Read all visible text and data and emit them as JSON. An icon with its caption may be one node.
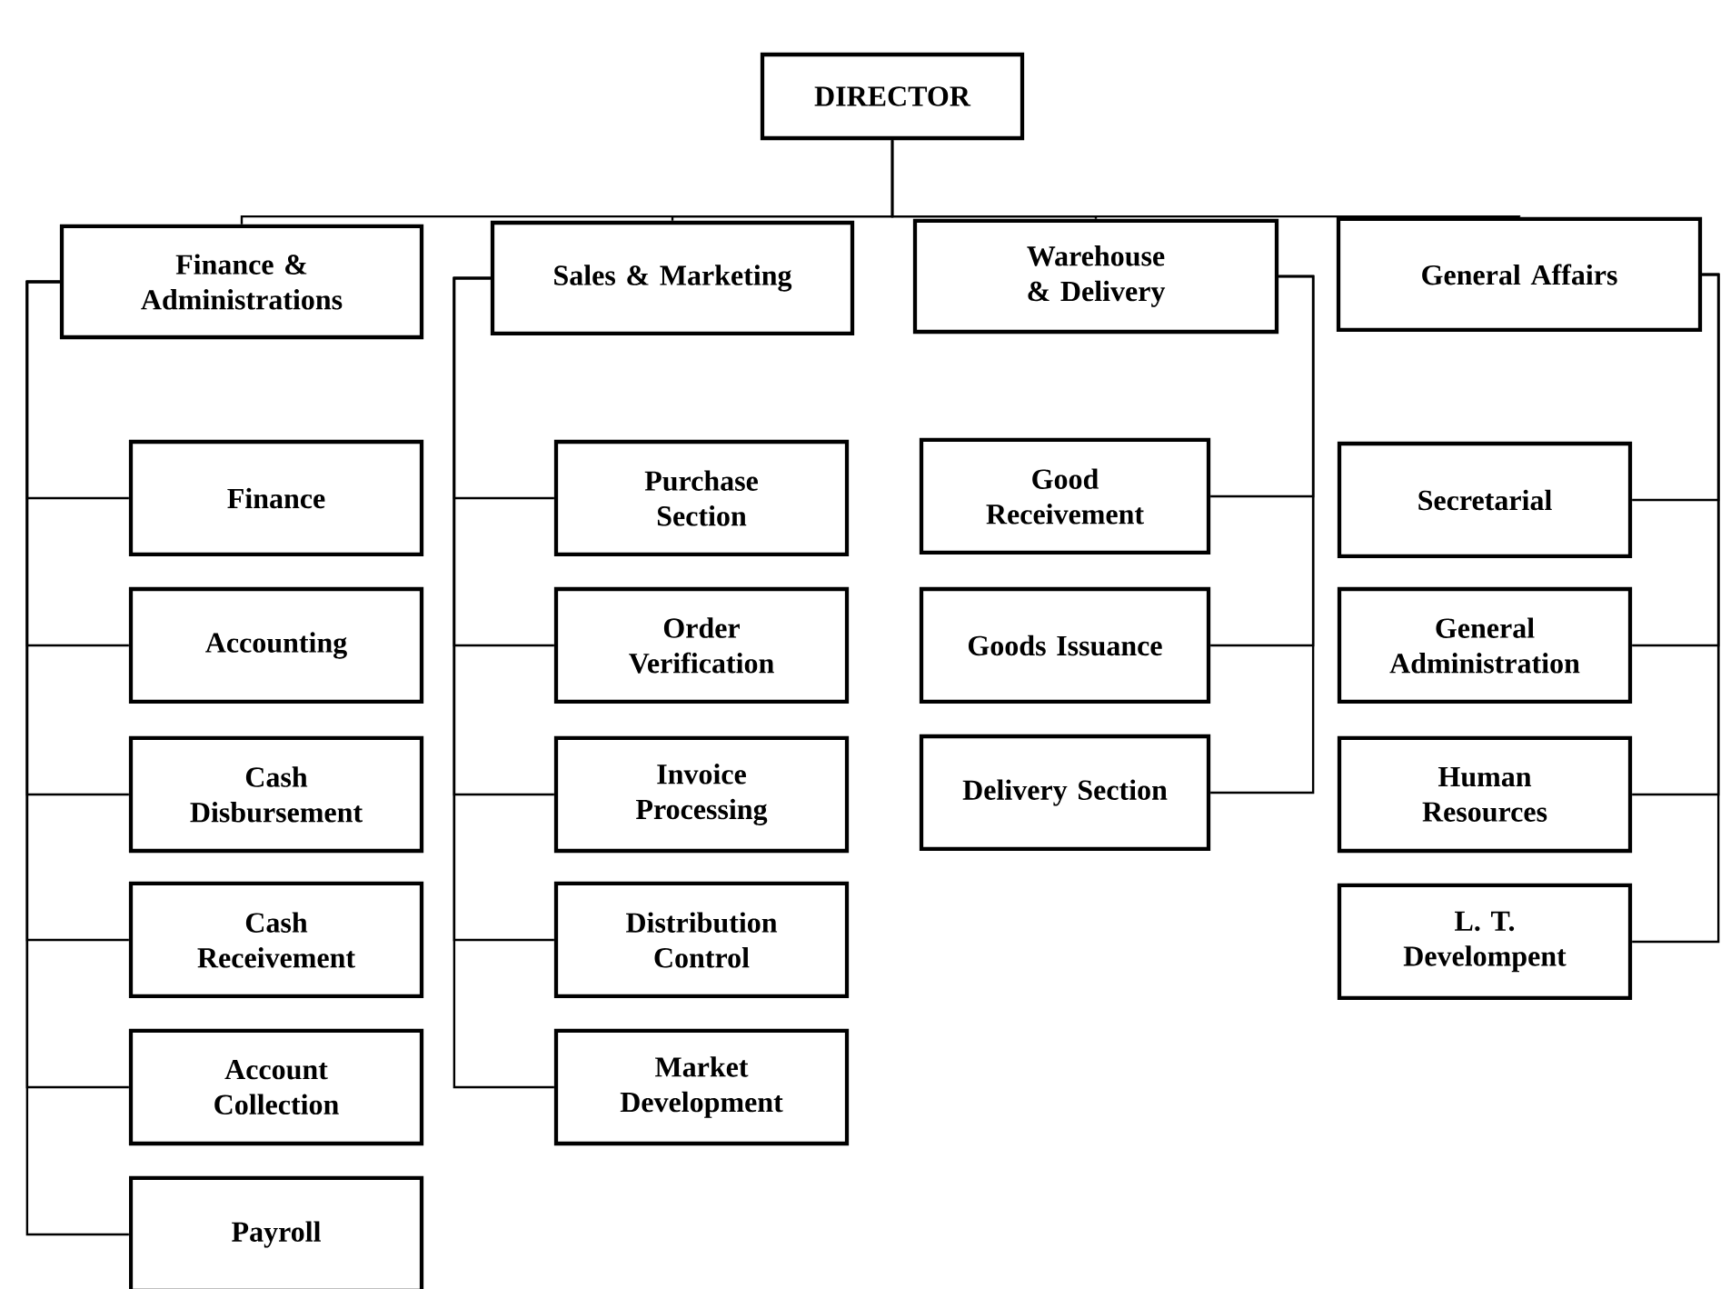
{
  "diagram": {
    "nodes": [
      {
        "text": [
          "DIRECTOR"
        ]
      },
      {
        "text": [
          "Finance & Administrations"
        ]
      },
      {
        "text": [
          "Sales & Marketing"
        ]
      },
      {
        "text": [
          "Warehouse & Delivery"
        ]
      },
      {
        "text": [
          "General Affairs"
        ]
      },
      {
        "text": [
          "Finance"
        ]
      },
      {
        "text": [
          "Accounting"
        ]
      },
      {
        "text": [
          "Cash Disbursement"
        ]
      },
      {
        "text": [
          "Cash Receivement"
        ]
      },
      {
        "text": [
          "Account Collection"
        ]
      },
      {
        "text": [
          "Payroll"
        ]
      },
      {
        "text": [
          "Purchase Section"
        ]
      },
      {
        "text": [
          "Order Verification"
        ]
      },
      {
        "text": [
          "Invoice Processing"
        ]
      },
      {
        "text": [
          "Distribution Control"
        ]
      },
      {
        "text": [
          "Market Development"
        ]
      },
      {
        "text": [
          "Good Receivement"
        ]
      },
      {
        "text": [
          "Goods Issuance"
        ]
      },
      {
        "text": [
          "Delivery Section"
        ]
      },
      {
        "text": [
          "Secretarial"
        ]
      },
      {
        "text": [
          "General Administration"
        ]
      },
      {
        "text": [
          "Human Resources"
        ]
      },
      {
        "text": [
          "L. T. Develompent"
        ]
      }
    ],
    "edges": [
      {
        "from": 0,
        "to": 1,
        "arrow": "none"
      },
      {
        "from": 0,
        "to": 2,
        "arrow": "none"
      },
      {
        "from": 0,
        "to": 3,
        "arrow": "none"
      },
      {
        "from": 0,
        "to": 4,
        "arrow": "none"
      },
      {
        "from": 1,
        "to": 5,
        "arrow": "none"
      },
      {
        "from": 1,
        "to": 6,
        "arrow": "none"
      },
      {
        "from": 1,
        "to": 7,
        "arrow": "none"
      },
      {
        "from": 1,
        "to": 8,
        "arrow": "none"
      },
      {
        "from": 1,
        "to": 9,
        "arrow": "none"
      },
      {
        "from": 1,
        "to": 10,
        "arrow": "none"
      },
      {
        "from": 2,
        "to": 11,
        "arrow": "none"
      },
      {
        "from": 2,
        "to": 12,
        "arrow": "none"
      },
      {
        "from": 2,
        "to": 13,
        "arrow": "none"
      },
      {
        "from": 2,
        "to": 14,
        "arrow": "none"
      },
      {
        "from": 2,
        "to": 15,
        "arrow": "none"
      },
      {
        "from": 3,
        "to": 16,
        "arrow": "none"
      },
      {
        "from": 3,
        "to": 17,
        "arrow": "none"
      },
      {
        "from": 3,
        "to": 18,
        "arrow": "none"
      },
      {
        "from": 4,
        "to": 19,
        "arrow": "none"
      },
      {
        "from": 4,
        "to": 20,
        "arrow": "none"
      },
      {
        "from": 4,
        "to": 21,
        "arrow": "none"
      },
      {
        "from": 4,
        "to": 22,
        "arrow": "none"
      }
    ]
  }
}
